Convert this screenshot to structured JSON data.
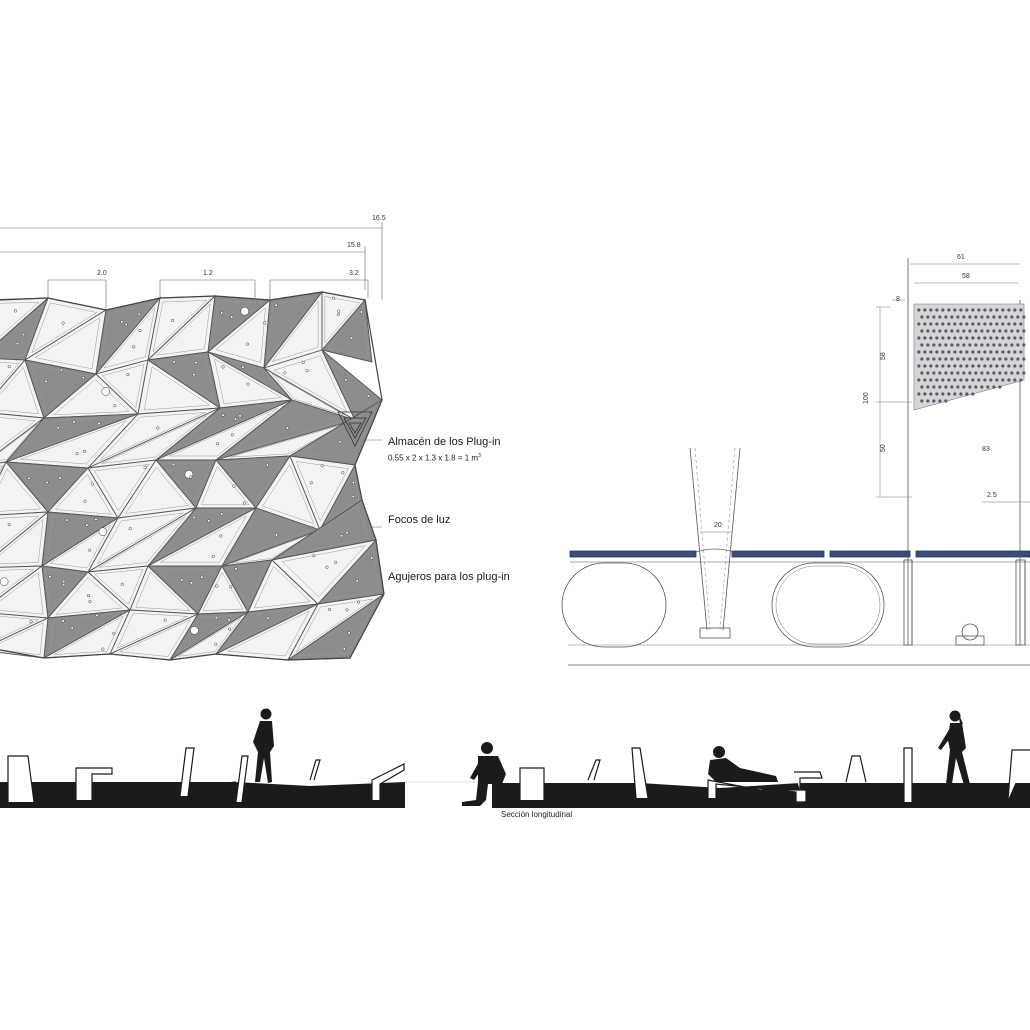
{
  "panel": {
    "dimensions": {
      "d_total": "16.5",
      "d_inner": "15.8",
      "d_a": "2.0",
      "d_b": "1.2",
      "d_c": "3.2"
    },
    "labels": {
      "storage_title": "Almacén de los  Plug-in",
      "storage_formula": "0.55 x 2 x 1.3 x 1.8 = 1 m",
      "storage_formula_sup": "3",
      "lights": "Focos de luz",
      "holes": "Agujeros para los plug-in"
    }
  },
  "bench_section": {
    "dimensions": {
      "w_outer": "61",
      "w_inner": "58",
      "top": "8",
      "h_total": "100",
      "h_upper": "58",
      "h_lower": "50",
      "gap": "20",
      "post": "2.5",
      "mid": "83"
    }
  },
  "long_section": {
    "caption": "Sección longitudinal"
  },
  "colors": {
    "ink": "#1c1a1a",
    "grey_face": "#8c8c8c",
    "light_face": "#f3f3f3",
    "bench_blue": "#3a4c7a",
    "line": "#555555"
  },
  "icons": [
    "person-standing-icon",
    "person-sitting-icon",
    "person-reclining-icon",
    "person-walking-icon"
  ]
}
